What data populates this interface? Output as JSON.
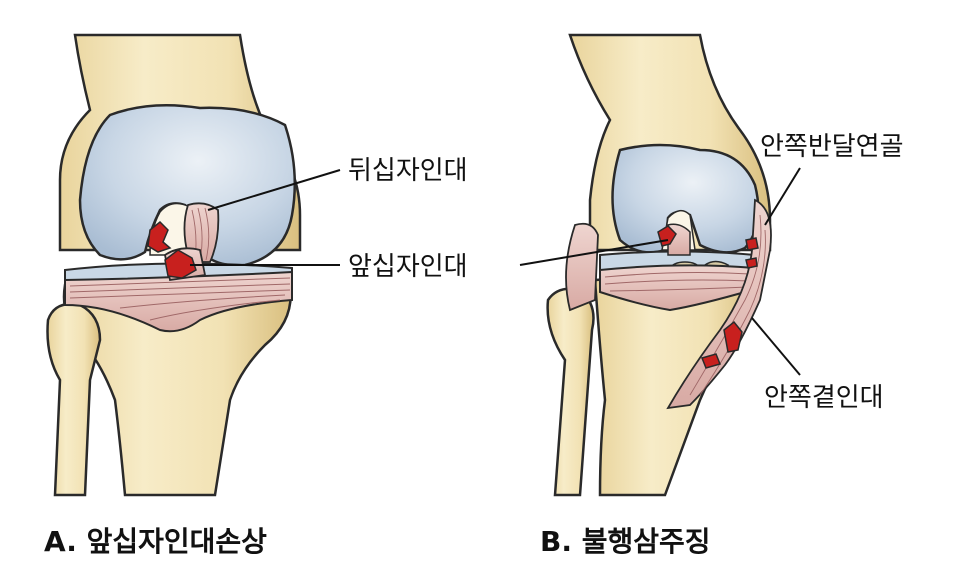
{
  "panels": [
    {
      "id": "A",
      "caption": "A. 앞십자인대손상",
      "labels": {
        "posterior_cruciate": "뒤십자인대",
        "anterior_cruciate": "앞십자인대"
      }
    },
    {
      "id": "B",
      "caption": "B. 불행삼주징",
      "labels": {
        "medial_meniscus": "안쪽반달연골",
        "medial_collateral": "안쪽곁인대"
      }
    }
  ],
  "colors": {
    "bone": "#f2e3b8",
    "bone_shadow": "#d9c07e",
    "cartilage": "#c4d3e3",
    "ligament": "#e8c8c4",
    "ligament_line": "#a06868",
    "injury": "#c8201e",
    "outline": "#2a2a2a"
  }
}
